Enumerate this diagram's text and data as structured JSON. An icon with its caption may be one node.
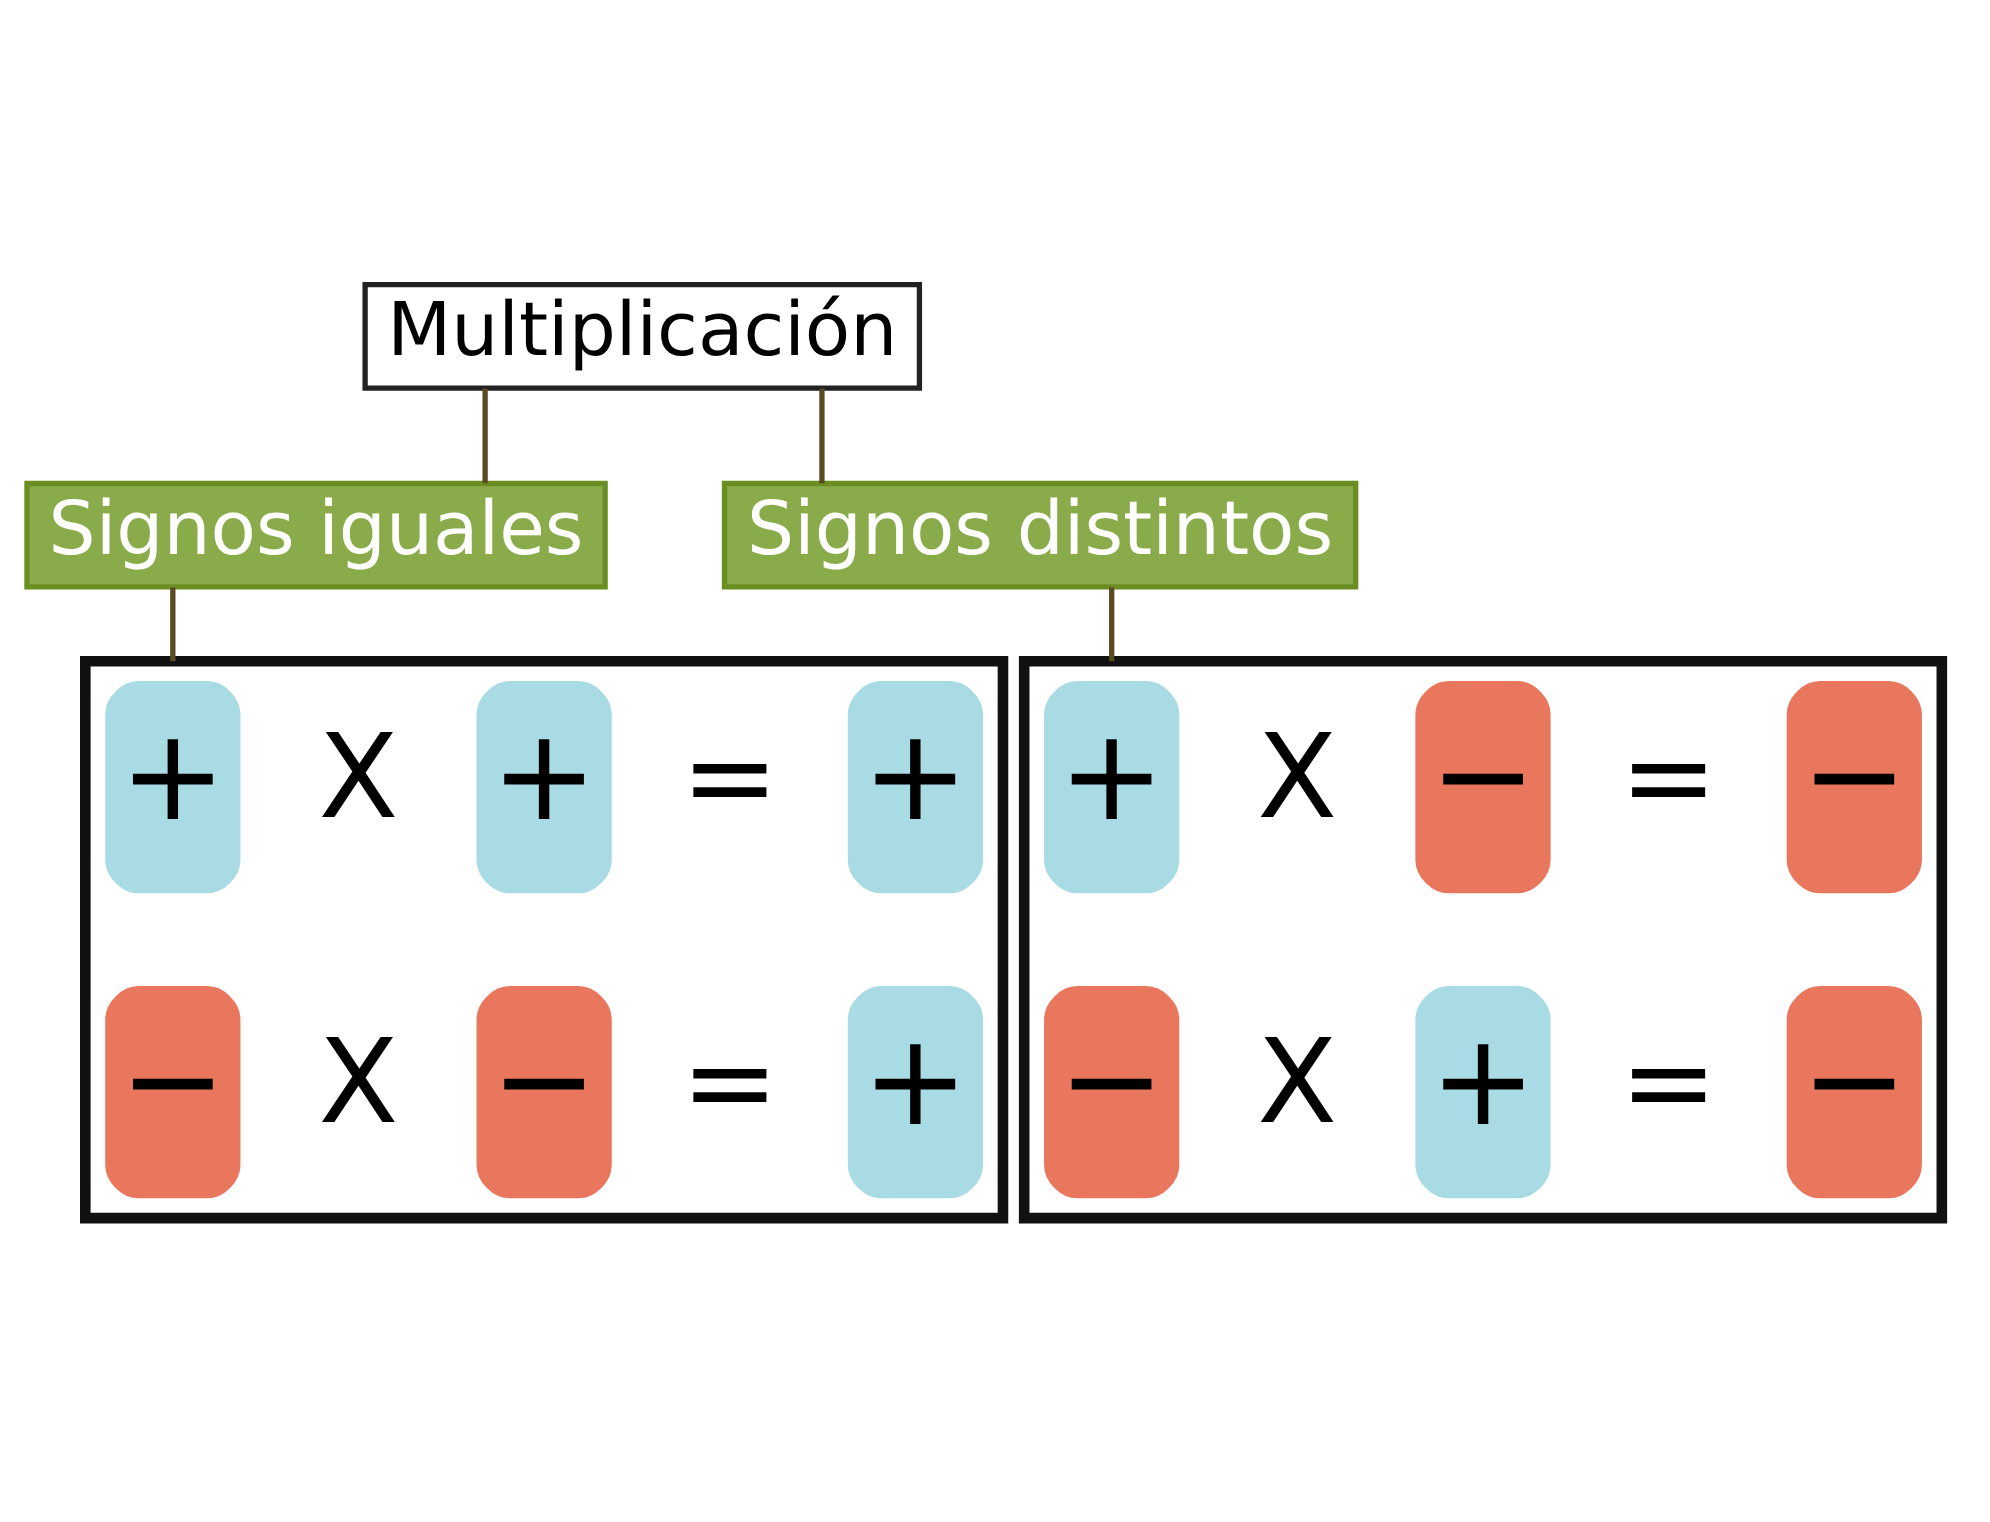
{
  "diagram": {
    "nodes": [
      {
        "text": [
          "Multiplicación"
        ]
      },
      {
        "text": [
          "Signos iguales"
        ]
      },
      {
        "text": [
          "Signos distintos"
        ]
      },
      {
        "text": [],
        "shape": "box"
      },
      {
        "text": [
          "+"
        ],
        "in": 3
      },
      {
        "text": [
          "+"
        ],
        "in": 3
      },
      {
        "text": [
          "+"
        ],
        "in": 3
      },
      {
        "text": [
          "−"
        ],
        "in": 3
      },
      {
        "text": [
          "−"
        ],
        "in": 3
      },
      {
        "text": [
          "+"
        ],
        "in": 3
      },
      {
        "text": [],
        "shape": "box"
      },
      {
        "text": [
          "+"
        ],
        "in": 10
      },
      {
        "text": [
          "−"
        ],
        "in": 10
      },
      {
        "text": [
          "−"
        ],
        "in": 10
      },
      {
        "text": [
          "−"
        ],
        "in": 10
      },
      {
        "text": [
          "+"
        ],
        "in": 10
      },
      {
        "text": [
          "−"
        ],
        "in": 10
      }
    ],
    "edges": [
      {
        "from": 0,
        "to": 1,
        "arrow": "none"
      },
      {
        "from": 0,
        "to": 2,
        "arrow": "none"
      },
      {
        "from": 1,
        "to": 3,
        "arrow": "none"
      },
      {
        "from": 2,
        "to": 10,
        "arrow": "none"
      }
    ],
    "labels": [
      "X",
      "=",
      "X",
      "=",
      "X",
      "=",
      "X",
      "="
    ]
  }
}
